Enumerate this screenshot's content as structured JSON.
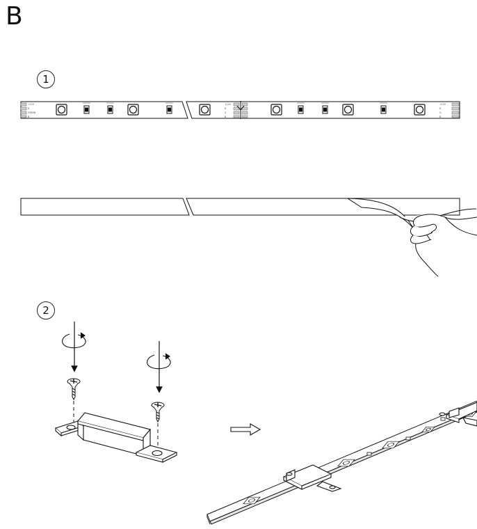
{
  "section": {
    "letter": "B"
  },
  "steps": [
    {
      "number": "1"
    },
    {
      "number": "2"
    }
  ],
  "strip_labels": {
    "left_pads": [
      "+12V",
      "R",
      "GREEN",
      "B"
    ],
    "cut_pads": [
      "+12V",
      "R",
      "G",
      "B"
    ],
    "right_pads": [
      "+12V",
      "R",
      "G",
      "B"
    ]
  },
  "icons": {
    "led_strip": "led-strip-icon",
    "adhesive_peel": "peel-adhesive-icon",
    "screw": "screw-icon",
    "rotation": "rotate-arrow-icon",
    "bracket": "mounting-bracket-icon",
    "next_arrow": "hollow-arrow-right-icon"
  }
}
